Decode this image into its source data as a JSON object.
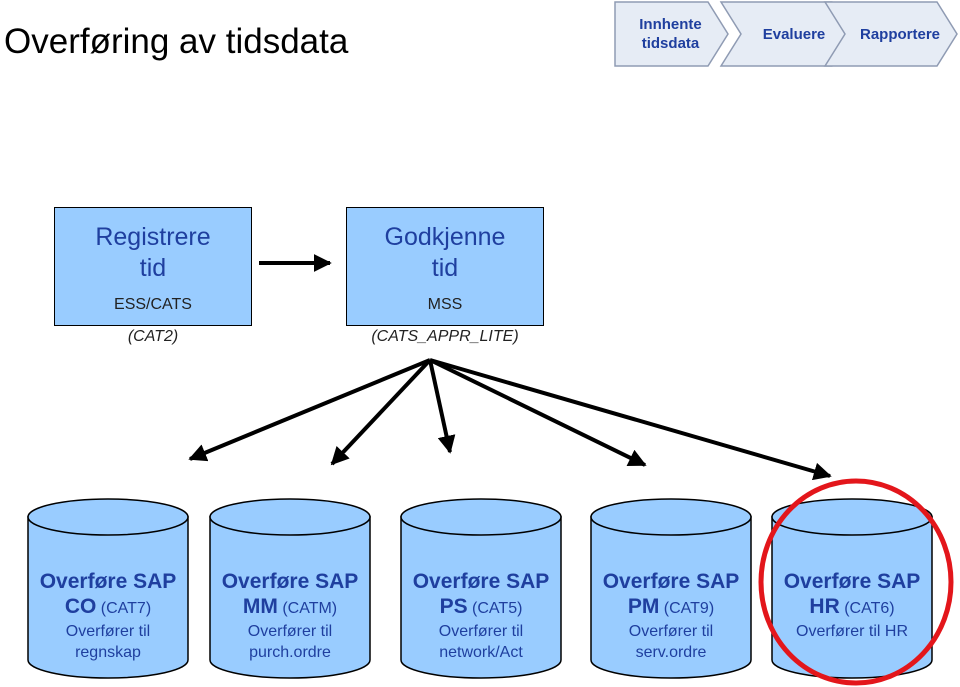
{
  "title": "Overføring av tidsdata",
  "process_steps": [
    {
      "line1": "Innhente",
      "line2": "tidsdata"
    },
    {
      "line1": "Evaluere",
      "line2": ""
    },
    {
      "line1": "Rapportere",
      "line2": ""
    }
  ],
  "register_box": {
    "line1": "Registrere",
    "line2": "tid",
    "sub": "ESS/CATS",
    "code": "(CAT2)"
  },
  "approve_box": {
    "line1": "Godkjenne",
    "line2": "tid",
    "sub": "MSS",
    "code": "(CATS_APPR_LITE)"
  },
  "targets": [
    {
      "line1": "Overføre SAP",
      "line2": "CO",
      "code": "(CAT7)",
      "desc1": "Overfører til",
      "desc2": "regnskap"
    },
    {
      "line1": "Overføre SAP",
      "line2": "MM",
      "code": "(CATM)",
      "desc1": "Overfører til",
      "desc2": "purch.ordre"
    },
    {
      "line1": "Overføre SAP",
      "line2": "PS",
      "code": "(CAT5)",
      "desc1": "Overfører til",
      "desc2": "network/Act"
    },
    {
      "line1": "Overføre SAP",
      "line2": "PM",
      "code": "(CAT9)",
      "desc1": "Overfører til",
      "desc2": "serv.ordre"
    },
    {
      "line1": "Overføre SAP",
      "line2": "HR",
      "code": "(CAT6)",
      "desc1": "Overfører til HR",
      "desc2": ""
    }
  ],
  "colors": {
    "fill": "#99ccff",
    "text": "#1f3f9f",
    "chevron": "#e6ecf5",
    "highlight": "#e3161b"
  }
}
